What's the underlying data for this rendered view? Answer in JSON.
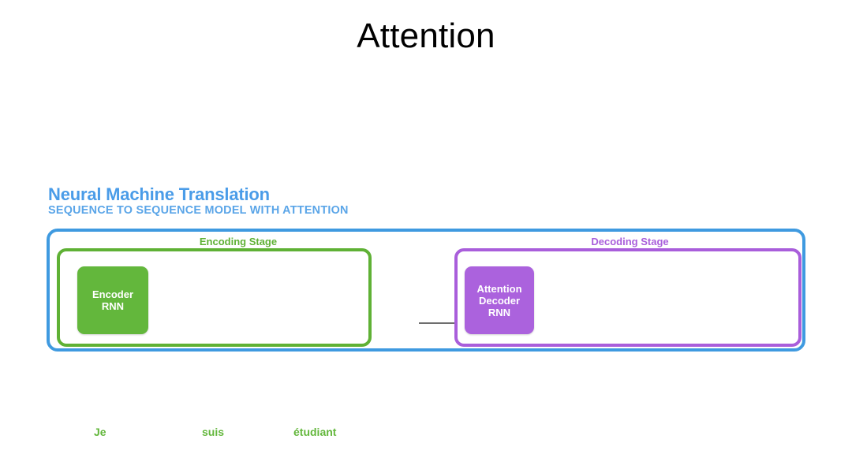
{
  "slide": {
    "title": "Attention"
  },
  "diagram": {
    "heading": "Neural Machine Translation",
    "subheading": "SEQUENCE TO SEQUENCE MODEL WITH ATTENTION",
    "colors": {
      "frame_blue": "#3f9ae0",
      "heading_blue": "#4a9ce8",
      "encoder_green": "#63b73c",
      "decoder_purple": "#ab62dd",
      "arrow_gray": "#6e6e6e"
    },
    "stages": [
      {
        "label": "Encoding Stage",
        "block": {
          "lines": [
            "Encoder",
            "RNN"
          ]
        }
      },
      {
        "label": "Decoding Stage",
        "block": {
          "lines": [
            "Attention",
            "Decoder",
            "RNN"
          ]
        }
      }
    ],
    "connector": {
      "direction": "right"
    }
  },
  "source_words": [
    "Je",
    "suis",
    "étudiant"
  ]
}
